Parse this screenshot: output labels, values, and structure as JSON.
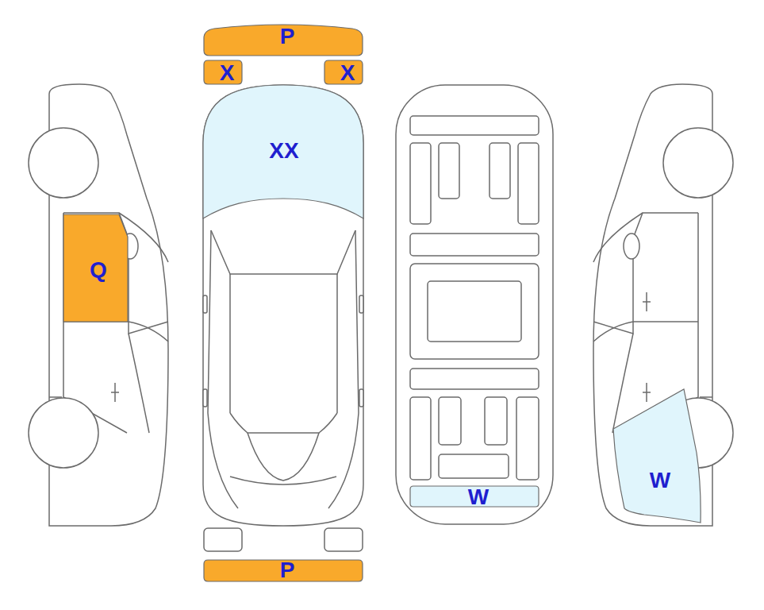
{
  "diagram": {
    "nodes": [
      {
        "text": [
          "P"
        ]
      },
      {
        "text": [
          "X"
        ]
      },
      {
        "text": [
          "X"
        ]
      },
      {
        "text": [
          "XX"
        ]
      },
      {
        "text": [
          "Q"
        ]
      },
      {
        "text": [
          "W"
        ]
      },
      {
        "text": [
          "W"
        ]
      },
      {
        "text": [
          "P"
        ]
      }
    ]
  }
}
